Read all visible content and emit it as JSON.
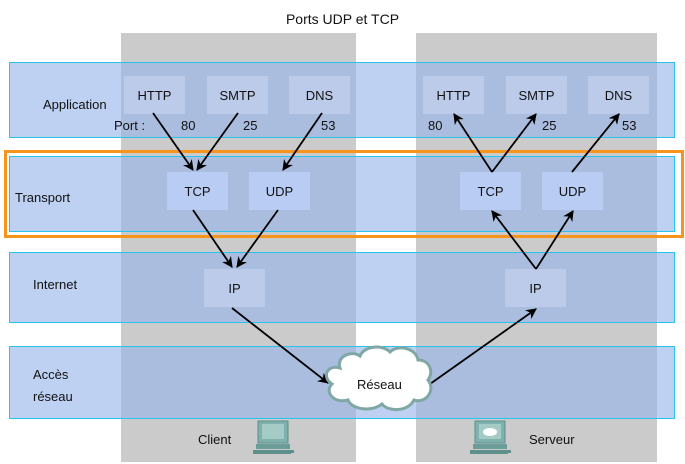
{
  "title": "Ports UDP et TCP",
  "layers": {
    "application": "Application",
    "transport": "Transport",
    "internet": "Internet",
    "access_line1": "Accès",
    "access_line2": "réseau"
  },
  "client": {
    "label": "Client",
    "port_prefix": "Port :",
    "application_protocols": [
      {
        "name": "HTTP",
        "port": "80"
      },
      {
        "name": "SMTP",
        "port": "25"
      },
      {
        "name": "DNS",
        "port": "53"
      }
    ],
    "transport_protocols": [
      "TCP",
      "UDP"
    ],
    "internet_protocol": "IP"
  },
  "server": {
    "label": "Serveur",
    "application_protocols": [
      {
        "name": "HTTP",
        "port": "80"
      },
      {
        "name": "SMTP",
        "port": "25"
      },
      {
        "name": "DNS",
        "port": "53"
      }
    ],
    "transport_protocols": [
      "TCP",
      "UDP"
    ],
    "internet_protocol": "IP"
  },
  "network": {
    "label": "Réseau"
  },
  "colors": {
    "highlight": "#f7941d",
    "layer_border": "#29c4ee",
    "column": "#cbcbcb"
  }
}
